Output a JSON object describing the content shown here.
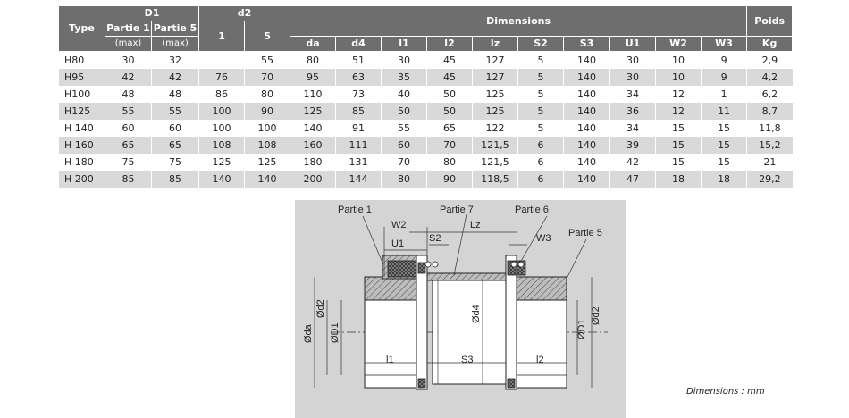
{
  "table": {
    "headers": {
      "type": "Type",
      "d1": "D1",
      "d1_sub1": "Partie 1",
      "d1_sub1_note": "(max)",
      "d1_sub2": "Partie 5",
      "d1_sub2_note": "(max)",
      "d2": "d2",
      "d2_sub1": "1",
      "d2_sub2": "5",
      "dimensions": "Dimensions",
      "dims": [
        "da",
        "d4",
        "l1",
        "l2",
        "lz",
        "S2",
        "S3",
        "U1",
        "W2",
        "W3"
      ],
      "poids": "Poids",
      "poids_unit": "Kg"
    },
    "rows": [
      [
        "H80",
        "30",
        "32",
        "",
        "55",
        "80",
        "51",
        "30",
        "45",
        "127",
        "5",
        "140",
        "30",
        "10",
        "9",
        "2,9"
      ],
      [
        "H95",
        "42",
        "42",
        "76",
        "70",
        "95",
        "63",
        "35",
        "45",
        "127",
        "5",
        "140",
        "30",
        "10",
        "9",
        "4,2"
      ],
      [
        "H100",
        "48",
        "48",
        "86",
        "80",
        "110",
        "73",
        "40",
        "50",
        "125",
        "5",
        "140",
        "34",
        "12",
        "1",
        "6,2"
      ],
      [
        "H125",
        "55",
        "55",
        "100",
        "90",
        "125",
        "85",
        "50",
        "50",
        "125",
        "5",
        "140",
        "36",
        "12",
        "11",
        "8,7"
      ],
      [
        "H 140",
        "60",
        "60",
        "100",
        "100",
        "140",
        "91",
        "55",
        "65",
        "122",
        "5",
        "140",
        "34",
        "15",
        "15",
        "11,8"
      ],
      [
        "H 160",
        "65",
        "65",
        "108",
        "108",
        "160",
        "111",
        "60",
        "70",
        "121,5",
        "6",
        "140",
        "39",
        "15",
        "15",
        "15,2"
      ],
      [
        "H 180",
        "75",
        "75",
        "125",
        "125",
        "180",
        "131",
        "70",
        "80",
        "121,5",
        "6",
        "140",
        "42",
        "15",
        "15",
        "21"
      ],
      [
        "H 200",
        "85",
        "85",
        "140",
        "140",
        "200",
        "144",
        "80",
        "90",
        "118,5",
        "6",
        "140",
        "47",
        "18",
        "18",
        "29,2"
      ]
    ]
  },
  "drawing": {
    "labels": {
      "partie1": "Partie 1",
      "partie7": "Partie 7",
      "partie6": "Partie 6",
      "partie5": "Partie 5",
      "w2": "W2",
      "lz": "Lz",
      "u1": "U1",
      "s2": "S2",
      "w3": "W3",
      "oda": "Øda",
      "od2_left": "Ød2",
      "od1_left": "ØD1",
      "od4": "Ød4",
      "od1_right": "ØD1",
      "od2_right": "Ød2",
      "l1": "l1",
      "s3": "S3",
      "l2": "l2"
    }
  },
  "footer": {
    "units": "Dimensions :  mm"
  }
}
